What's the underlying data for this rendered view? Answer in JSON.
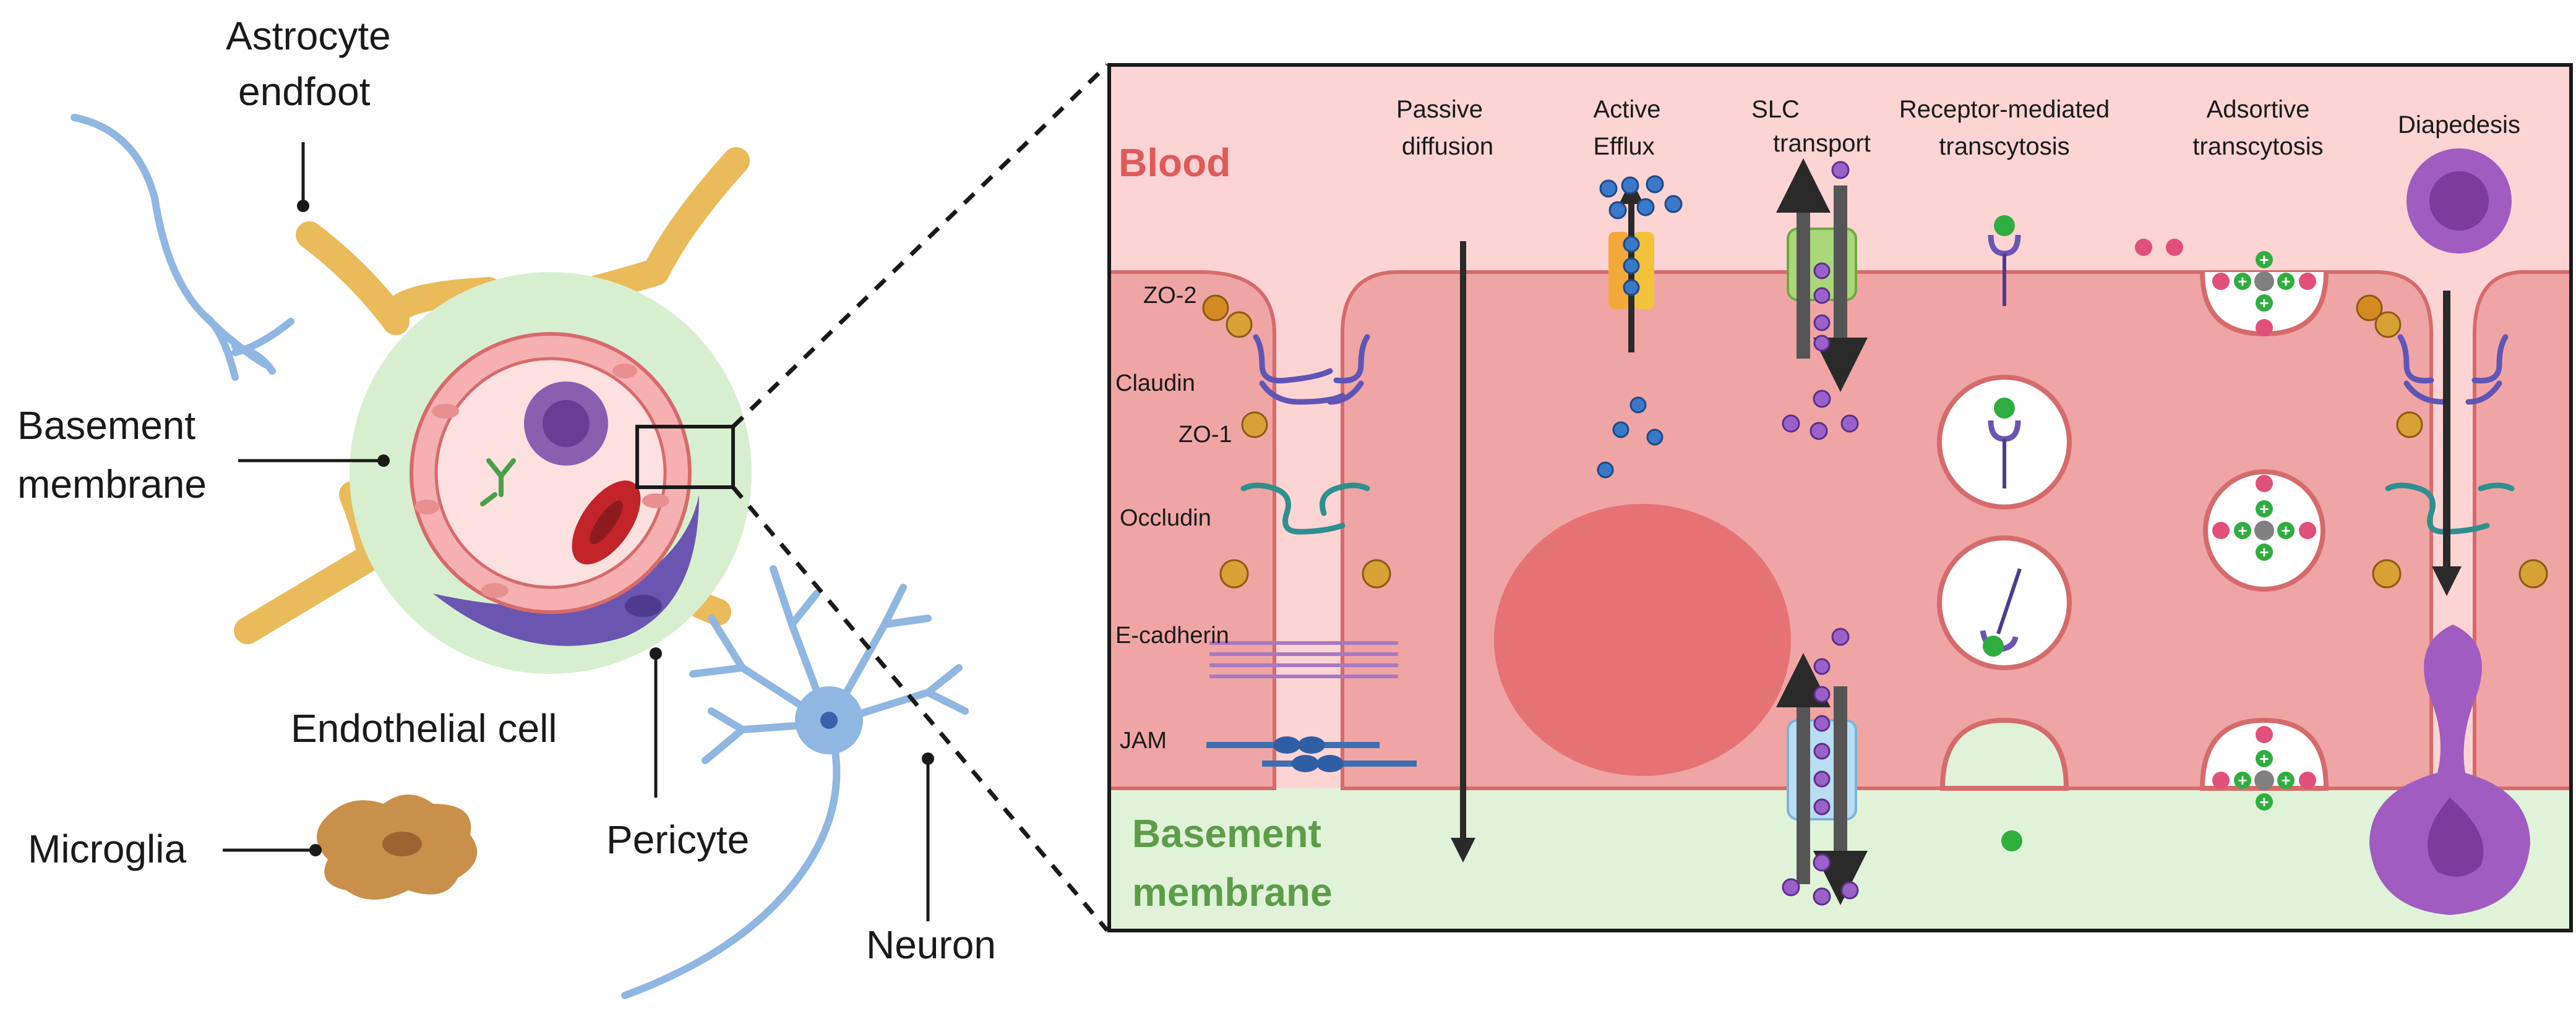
{
  "labels": {
    "astrocyte_line1": "Astrocyte",
    "astrocyte_line2": "endfoot",
    "basement_line1": "Basement",
    "basement_line2": "membrane",
    "endothelial": "Endothelial cell",
    "microglia": "Microglia",
    "pericyte": "Pericyte",
    "neuron": "Neuron"
  },
  "panel": {
    "blood": "Blood",
    "basement_line1": "Basement",
    "basement_line2": "membrane",
    "junctions": [
      "ZO-2",
      "Claudin",
      "ZO-1",
      "Occludin",
      "E-cadherin",
      "JAM"
    ],
    "pathways": [
      {
        "line1": "Passive",
        "line2": "diffusion"
      },
      {
        "line1": "Active",
        "line2": "Efflux"
      },
      {
        "line1": "SLC",
        "line2": "transport"
      },
      {
        "line1": "Receptor-mediated",
        "line2": "transcytosis"
      },
      {
        "line1": "Adsortive",
        "line2": "transcytosis"
      },
      {
        "line1": "Diapedesis",
        "line2": ""
      }
    ]
  },
  "colors": {
    "blood_bg": "#fdd4d4",
    "cell": "#f0a5a5",
    "cell_border": "#d66b6b",
    "nucleus": "#e57373",
    "basement": "#e0f3d9",
    "blood_text": "#e05a5a",
    "basement_text": "#5d9d4a",
    "astrocyte": "#e9bb5b",
    "pericyte": "#6a56b0",
    "neuron": "#8fb7e2",
    "microglia": "#c8904a",
    "claudin": "#5f55b5",
    "occludin": "#2f8f8f",
    "ecadherin": "#a878c0",
    "jam": "#3f6fb0",
    "zo": "#d19a24",
    "molecule_blue": "#3a78c9",
    "molecule_purple": "#9a62c9",
    "arrow": "#2a2a2a"
  }
}
